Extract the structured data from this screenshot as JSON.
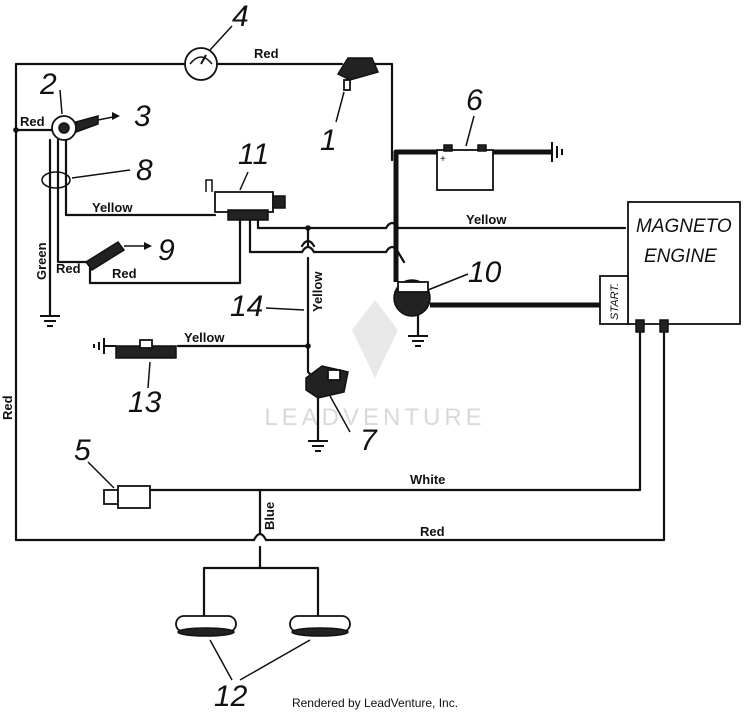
{
  "diagram": {
    "wire_labels": {
      "red_top": "Red",
      "red_left_short": "Red",
      "yellow_ign": "Yellow",
      "yellow_right": "Yellow",
      "green": "Green",
      "red_plug": "Red",
      "red_plug2": "Red",
      "yellow_vertical": "Yellow",
      "yellow_13": "Yellow",
      "red_left_vertical": "Red",
      "white": "White",
      "blue": "Blue",
      "red_bottom": "Red"
    },
    "engine": {
      "line1": "MAGNETO",
      "line2": "ENGINE",
      "start_tab": "START."
    },
    "callouts": [
      "1",
      "2",
      "3",
      "4",
      "5",
      "6",
      "7",
      "8",
      "9",
      "10",
      "11",
      "12",
      "13",
      "14"
    ],
    "watermark": "LEADVENTURE"
  },
  "footer": "Rendered by LeadVenture, Inc."
}
